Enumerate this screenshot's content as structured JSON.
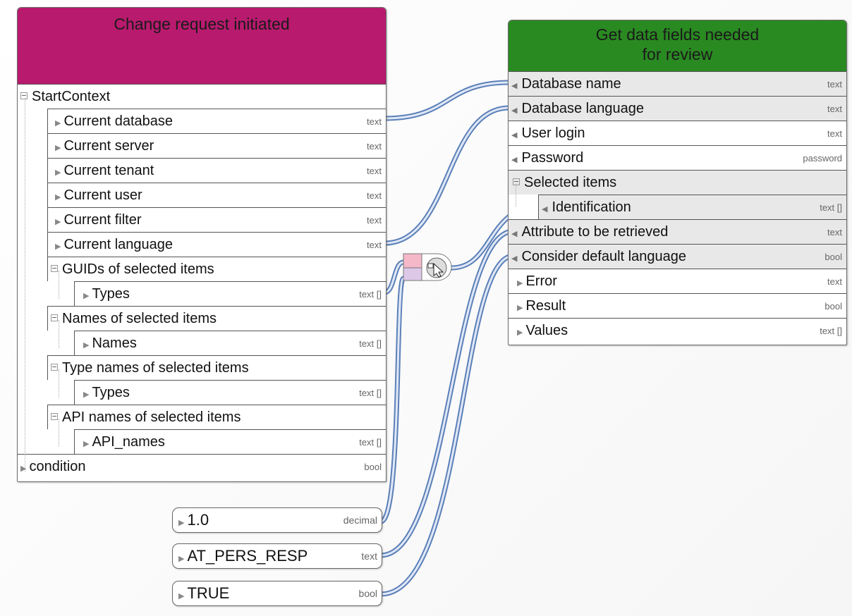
{
  "colors": {
    "left_header": "#b81a6e",
    "right_header": "#2a8a22",
    "connector_fill": "#bcd0ee",
    "connector_stroke": "#5b7fb8"
  },
  "left_box": {
    "title": "Change request initiated",
    "rows": [
      {
        "label": "StartContext",
        "type": ""
      },
      {
        "label": "Current database",
        "type": "text"
      },
      {
        "label": "Current server",
        "type": "text"
      },
      {
        "label": "Current tenant",
        "type": "text"
      },
      {
        "label": "Current user",
        "type": "text"
      },
      {
        "label": "Current filter",
        "type": "text"
      },
      {
        "label": "Current language",
        "type": "text"
      },
      {
        "label": "GUIDs of selected items",
        "type": ""
      },
      {
        "label": "Types",
        "type": "text []"
      },
      {
        "label": "Names of selected items",
        "type": ""
      },
      {
        "label": "Names",
        "type": "text []"
      },
      {
        "label": "Type names of selected items",
        "type": ""
      },
      {
        "label": "Types",
        "type": "text []"
      },
      {
        "label": "API names of selected items",
        "type": ""
      },
      {
        "label": "API_names",
        "type": "text []"
      },
      {
        "label": "condition",
        "type": "bool"
      }
    ]
  },
  "right_box": {
    "title_line1": "Get data fields needed",
    "title_line2": "for review",
    "rows": [
      {
        "label": "Database name",
        "type": "text"
      },
      {
        "label": "Database language",
        "type": "text"
      },
      {
        "label": "User login",
        "type": "text"
      },
      {
        "label": "Password",
        "type": "password"
      },
      {
        "label": "Selected items",
        "type": ""
      },
      {
        "label": "Identification",
        "type": "text []"
      },
      {
        "label": "Attribute to be retrieved",
        "type": "text"
      },
      {
        "label": "Consider default language",
        "type": "bool"
      },
      {
        "label": "Error",
        "type": "text"
      },
      {
        "label": "Result",
        "type": "bool"
      },
      {
        "label": "Values",
        "type": "text []"
      }
    ]
  },
  "constants": [
    {
      "label": "1.0",
      "type": "decimal"
    },
    {
      "label": "AT_PERS_RESP",
      "type": "text"
    },
    {
      "label": "TRUE",
      "type": "bool"
    }
  ]
}
